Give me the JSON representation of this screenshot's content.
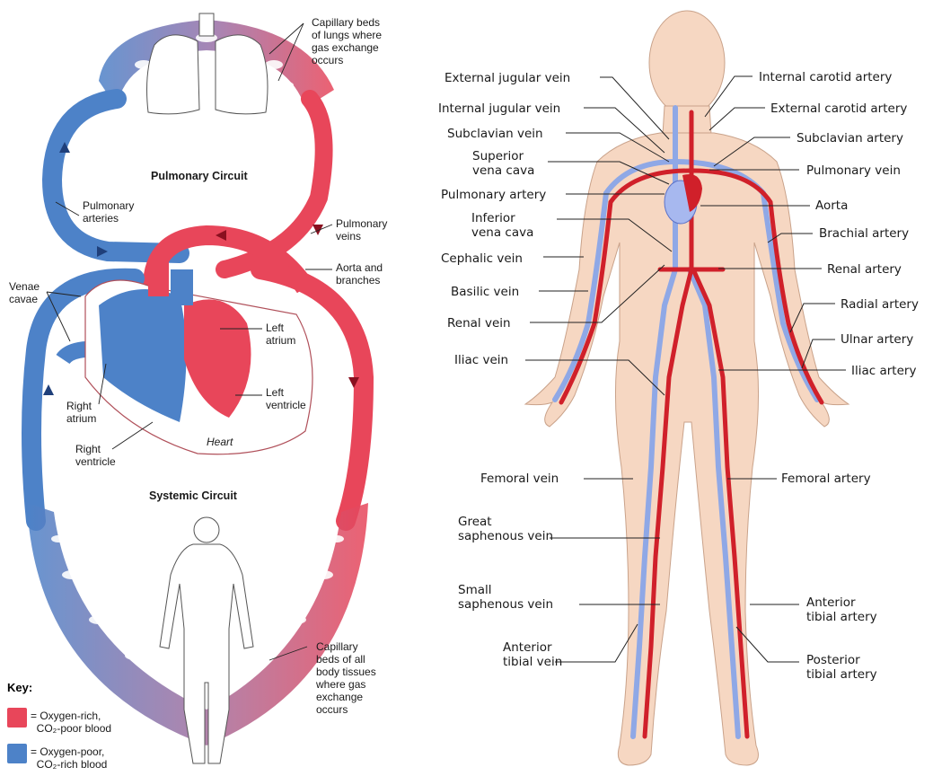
{
  "colors": {
    "oxygen_rich": "#e8465a",
    "oxygen_poor": "#4d82c8",
    "skin": "#f6d7c2",
    "background": "#ffffff"
  },
  "left_diagram": {
    "title_pulmonary": "Pulmonary Circuit",
    "title_systemic": "Systemic Circuit",
    "heart_label": "Heart",
    "labels": {
      "capillary_lungs": "Capillary beds\nof lungs where\ngas exchange\noccurs",
      "pulmonary_arteries": "Pulmonary\narteries",
      "pulmonary_veins": "Pulmonary\nveins",
      "aorta_branches": "Aorta and\nbranches",
      "venae_cavae": "Venae\ncavae",
      "left_atrium": "Left\natrium",
      "left_ventricle": "Left\nventricle",
      "right_atrium": "Right\natrium",
      "right_ventricle": "Right\nventricle",
      "capillary_body": "Capillary\nbeds of all\nbody tissues\nwhere gas\nexchange\noccurs"
    },
    "key": {
      "title": "Key:",
      "oxygen_rich": "= Oxygen-rich,\n  CO₂-poor blood",
      "oxygen_poor": "= Oxygen-poor,\n  CO₂-rich blood"
    }
  },
  "right_diagram": {
    "left_labels": {
      "external_jugular_vein": "External jugular vein",
      "internal_jugular_vein": "Internal jugular vein",
      "subclavian_vein": "Subclavian vein",
      "superior_vena_cava": "Superior\nvena cava",
      "pulmonary_artery": "Pulmonary artery",
      "inferior_vena_cava": "Inferior\nvena cava",
      "cephalic_vein": "Cephalic vein",
      "basilic_vein": "Basilic vein",
      "renal_vein": "Renal vein",
      "iliac_vein": "Iliac vein",
      "femoral_vein": "Femoral vein",
      "great_saphenous_vein": "Great\nsaphenous vein",
      "small_saphenous_vein": "Small\nsaphenous vein",
      "anterior_tibial_vein": "Anterior\ntibial vein"
    },
    "right_labels": {
      "internal_carotid_artery": "Internal carotid artery",
      "external_carotid_artery": "External carotid artery",
      "subclavian_artery": "Subclavian artery",
      "pulmonary_vein": "Pulmonary vein",
      "aorta": "Aorta",
      "brachial_artery": "Brachial artery",
      "renal_artery": "Renal artery",
      "radial_artery": "Radial artery",
      "ulnar_artery": "Ulnar artery",
      "iliac_artery": "Iliac artery",
      "femoral_artery": "Femoral artery",
      "anterior_tibial_artery": "Anterior\ntibial artery",
      "posterior_tibial_artery": "Posterior\ntibial artery"
    }
  }
}
